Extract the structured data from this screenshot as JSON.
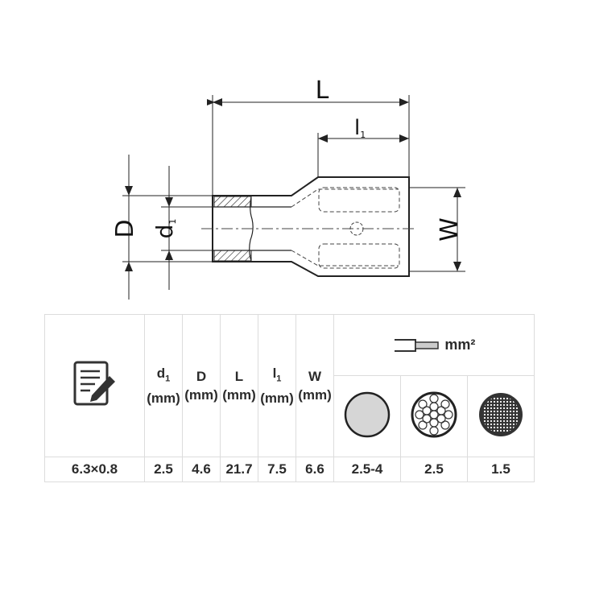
{
  "drawing": {
    "labels": {
      "length": "L",
      "length_blade": "l",
      "length_blade_sub": "1",
      "outer_dia": "D",
      "inner_dia": "d",
      "inner_dia_sub": "1",
      "width": "W"
    }
  },
  "table": {
    "icon": "edit-icon",
    "headers": [
      {
        "sym": "d",
        "sub": "1",
        "unit": "(mm)"
      },
      {
        "sym": "D",
        "sub": "",
        "unit": "(mm)"
      },
      {
        "sym": "L",
        "sub": "",
        "unit": "(mm)"
      },
      {
        "sym": "l",
        "sub": "1",
        "unit": "(mm)"
      },
      {
        "sym": "W",
        "sub": "",
        "unit": "(mm)"
      }
    ],
    "wire_header": "mm²",
    "wire_types": [
      "solid-wire-icon",
      "stranded-wire-icon",
      "fine-stranded-wire-icon"
    ],
    "values": {
      "size": "6.3×0.8",
      "d1": "2.5",
      "D": "4.6",
      "L": "21.7",
      "l1": "7.5",
      "W": "6.6",
      "solid": "2.5-4",
      "stranded": "2.5",
      "fine": "1.5"
    }
  }
}
